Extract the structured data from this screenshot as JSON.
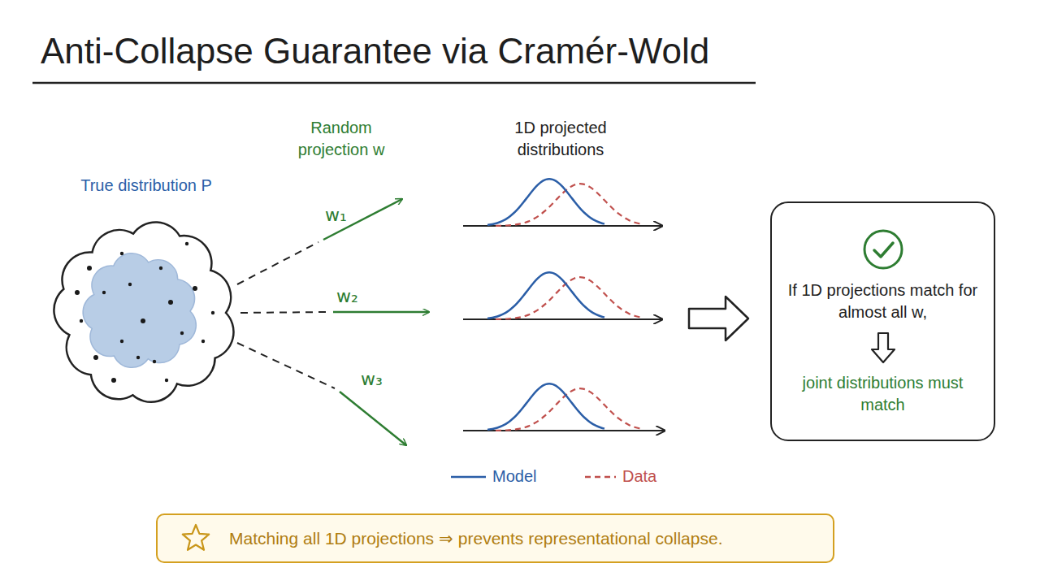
{
  "diagram": {
    "title": "Anti-Collapse Guarantee via Cramér-Wold",
    "nodes": [
      {
        "text": [
          "True distribution P"
        ]
      },
      {
        "text": [
          "If 1D projections match for almost all w,",
          "joint distributions must match"
        ]
      },
      {
        "text": [
          "Matching all 1D projections ⇒ prevents representational collapse."
        ]
      }
    ],
    "labels": [
      "Random projection w",
      "w₁",
      "w₂",
      "w₃",
      "1D projected distributions"
    ],
    "legend": [
      {
        "text": "Model"
      },
      {
        "text": "Data"
      }
    ]
  }
}
